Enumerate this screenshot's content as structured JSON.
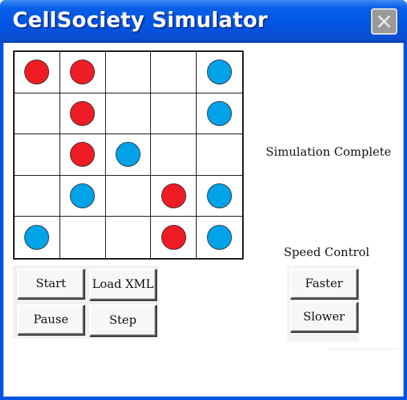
{
  "window": {
    "title": "CellSociety Simulator"
  },
  "grid": {
    "rows": 5,
    "cols": 5,
    "colors": {
      "red": "#ee1c25",
      "blue": "#00a2e8",
      "empty": ""
    },
    "cells": [
      [
        "red",
        "red",
        "empty",
        "empty",
        "blue"
      ],
      [
        "empty",
        "red",
        "empty",
        "empty",
        "blue"
      ],
      [
        "empty",
        "red",
        "blue",
        "empty",
        "empty"
      ],
      [
        "empty",
        "blue",
        "empty",
        "red",
        "blue"
      ],
      [
        "blue",
        "empty",
        "empty",
        "red",
        "blue"
      ]
    ]
  },
  "controls": {
    "start_label": "Start",
    "load_label": "Load XML",
    "pause_label": "Pause",
    "step_label": "Step"
  },
  "status": {
    "text": "Simulation Complete"
  },
  "speed": {
    "label": "Speed Control",
    "faster_label": "Faster",
    "slower_label": "Slower"
  }
}
